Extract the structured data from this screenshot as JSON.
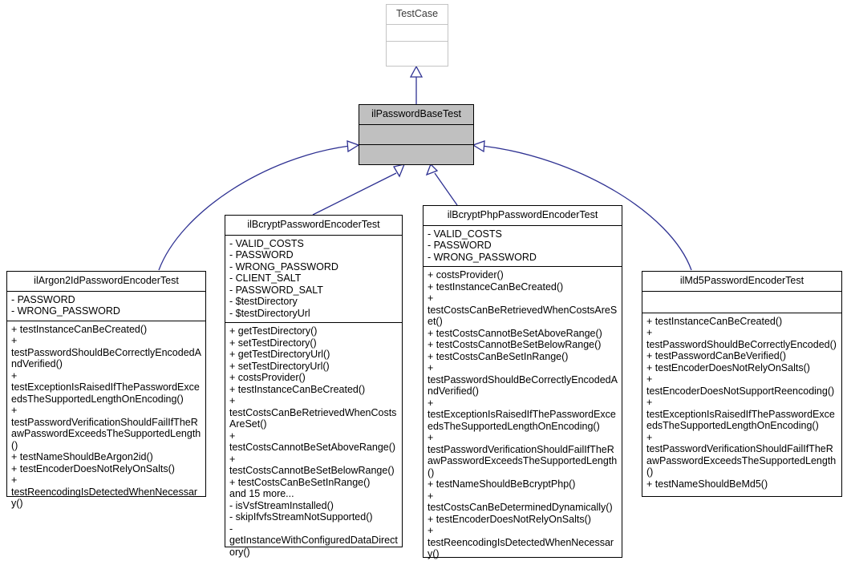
{
  "diagram": {
    "title": "UML class inheritance diagram",
    "colors": {
      "edge": "#2e3192",
      "base_fill": "#c0c0c0",
      "box_border": "#000000",
      "faded_border": "#c4c4c4",
      "background": "#ffffff"
    },
    "classes": [
      {
        "id": "testcase",
        "name": "TestCase",
        "attributes": [],
        "operations": []
      },
      {
        "id": "base",
        "name": "ilPasswordBaseTest",
        "attributes": [],
        "operations": []
      },
      {
        "id": "argon2id",
        "name": "ilArgon2IdPasswordEncoderTest",
        "attributes": [
          "- PASSWORD",
          "- WRONG_PASSWORD"
        ],
        "operations": [
          "+ testInstanceCanBeCreated()",
          "+ testPasswordShouldBeCorrectlyEncodedAndVerified()",
          "+ testExceptionIsRaisedIfThePasswordExceedsTheSupportedLengthOnEncoding()",
          "+ testPasswordVerificationShouldFailIfTheRawPasswordExceedsTheSupportedLength()",
          "+ testNameShouldBeArgon2id()",
          "+ testEncoderDoesNotRelyOnSalts()",
          "+ testReencodingIsDetectedWhenNecessary()"
        ]
      },
      {
        "id": "bcrypt",
        "name": "ilBcryptPasswordEncoderTest",
        "attributes": [
          "- VALID_COSTS",
          "- PASSWORD",
          "- WRONG_PASSWORD",
          "- CLIENT_SALT",
          "- PASSWORD_SALT",
          "- $testDirectory",
          "- $testDirectoryUrl"
        ],
        "operations": [
          "+ getTestDirectory()",
          "+ setTestDirectory()",
          "+ getTestDirectoryUrl()",
          "+ setTestDirectoryUrl()",
          "+ costsProvider()",
          "+ testInstanceCanBeCreated()",
          "+ testCostsCanBeRetrievedWhenCostsAreSet()",
          "+ testCostsCannotBeSetAboveRange()",
          "+ testCostsCannotBeSetBelowRange()",
          "+ testCostsCanBeSetInRange()",
          "and 15 more...",
          "- isVsfStreamInstalled()",
          "- skipIfvfsStreamNotSupported()",
          "- getInstanceWithConfiguredDataDirectory()"
        ]
      },
      {
        "id": "bcryptphp",
        "name": "ilBcryptPhpPasswordEncoderTest",
        "attributes": [
          "- VALID_COSTS",
          "- PASSWORD",
          "- WRONG_PASSWORD"
        ],
        "operations": [
          "+ costsProvider()",
          "+ testInstanceCanBeCreated()",
          "+ testCostsCanBeRetrievedWhenCostsAreSet()",
          "+ testCostsCannotBeSetAboveRange()",
          "+ testCostsCannotBeSetBelowRange()",
          "+ testCostsCanBeSetInRange()",
          "+ testPasswordShouldBeCorrectlyEncodedAndVerified()",
          "+ testExceptionIsRaisedIfThePasswordExceedsTheSupportedLengthOnEncoding()",
          "+ testPasswordVerificationShouldFailIfTheRawPasswordExceedsTheSupportedLength()",
          "+ testNameShouldBeBcryptPhp()",
          "+ testCostsCanBeDeterminedDynamically()",
          "+ testEncoderDoesNotRelyOnSalts()",
          "+ testReencodingIsDetectedWhenNecessary()"
        ]
      },
      {
        "id": "md5",
        "name": "ilMd5PasswordEncoderTest",
        "attributes": [],
        "operations": [
          "+ testInstanceCanBeCreated()",
          "+ testPasswordShouldBeCorrectlyEncoded()",
          "+ testPasswordCanBeVerified()",
          "+ testEncoderDoesNotRelyOnSalts()",
          "+ testEncoderDoesNotSupportReencoding()",
          "+ testExceptionIsRaisedIfThePasswordExceedsTheSupportedLengthOnEncoding()",
          "+ testPasswordVerificationShouldFailIfTheRawPasswordExceedsTheSupportedLength()",
          "+ testNameShouldBeMd5()"
        ]
      }
    ],
    "edges": [
      {
        "from": "base",
        "to": "testcase",
        "kind": "generalization"
      },
      {
        "from": "argon2id",
        "to": "base",
        "kind": "generalization"
      },
      {
        "from": "bcrypt",
        "to": "base",
        "kind": "generalization"
      },
      {
        "from": "bcryptphp",
        "to": "base",
        "kind": "generalization"
      },
      {
        "from": "md5",
        "to": "base",
        "kind": "generalization"
      }
    ]
  }
}
